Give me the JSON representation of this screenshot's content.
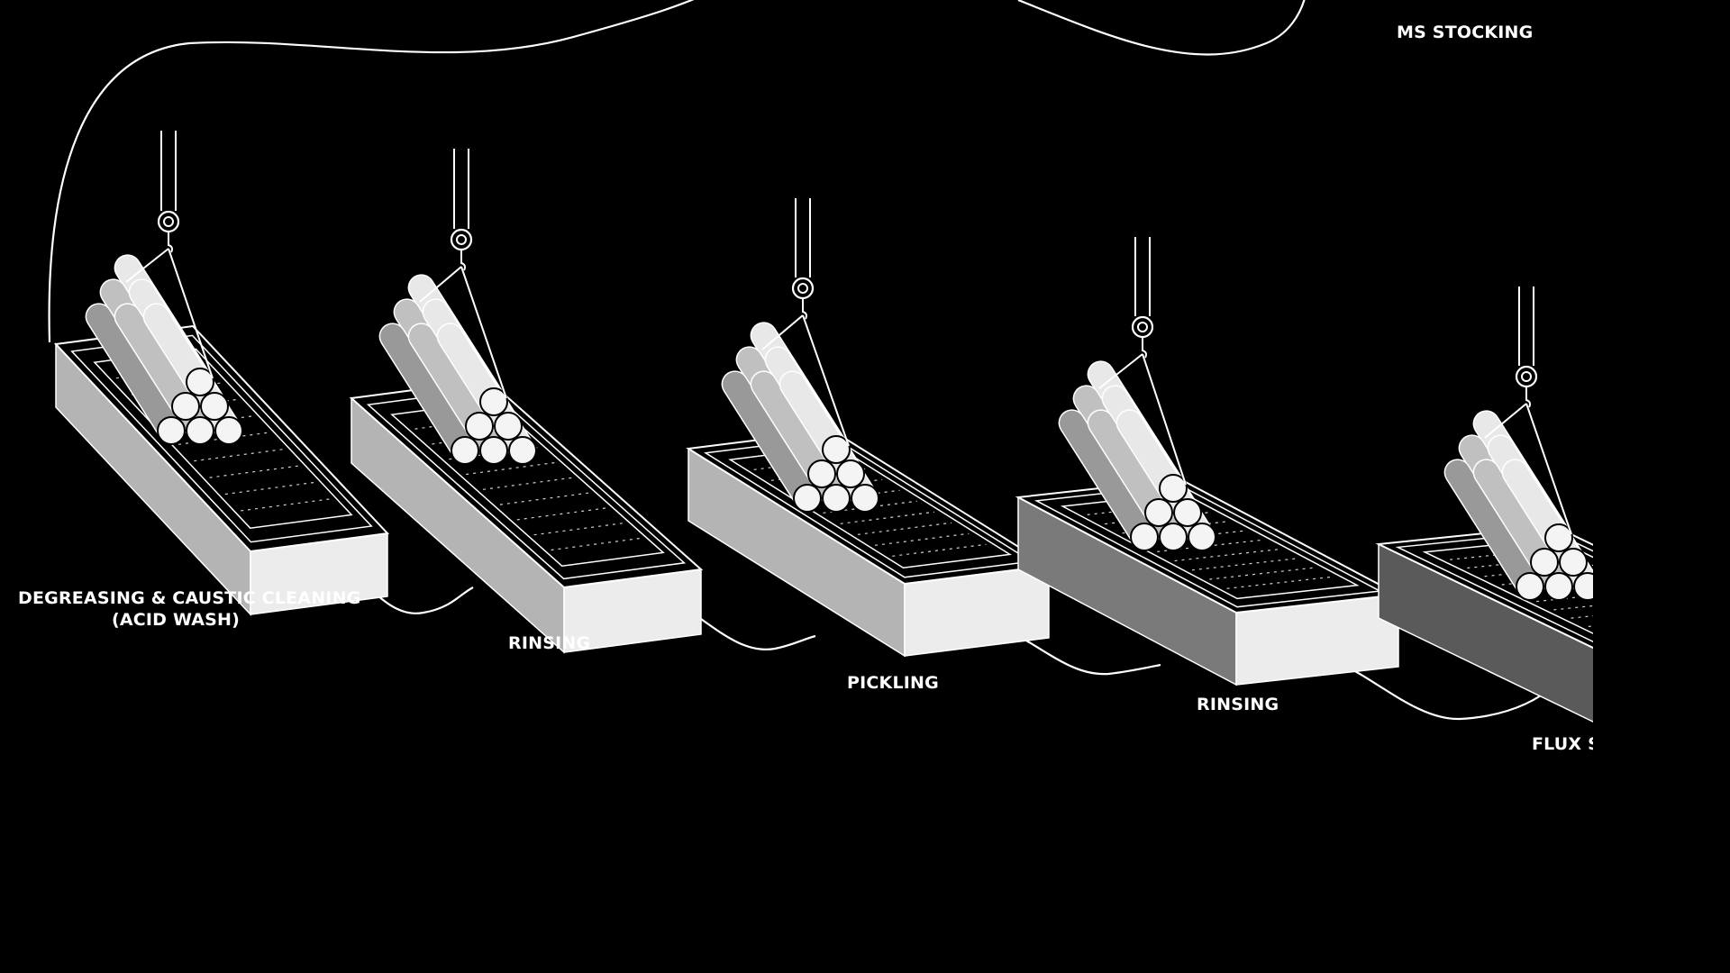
{
  "colors": {
    "background": "#000000",
    "line": "#ffffff",
    "tank_front": "#ececec",
    "tank_side": "#b4b4b4",
    "tank_side_dark": "#7a7a7a",
    "tank_side_darkest": "#5a5a5a",
    "bar_light": "#e8e8e8",
    "bar_mid": "#c0c0c0",
    "bar_dark": "#999999"
  },
  "labels": {
    "ms_stocking": "MS STOCKING",
    "degreasing_line1": "DEGREASING & CAUSTIC CLEANING",
    "degreasing_line2": "(ACID WASH)",
    "rinsing_1": "RINSING",
    "pickling": "PICKLING",
    "rinsing_2": "RINSING",
    "flux_solution": "FLUX SOLUTION"
  },
  "icons": {
    "hoist": "crane-hook-icon",
    "bundle": "steel-bar-bundle-icon",
    "tank": "dipping-tank-icon"
  }
}
